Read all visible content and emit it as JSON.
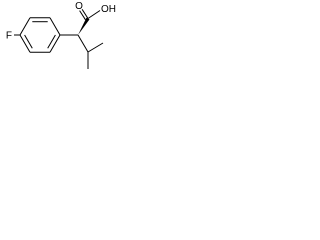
{
  "molecule": {
    "atoms": {
      "fluorine": "F",
      "oxygen_carbonyl": "O",
      "hydroxyl": "OH"
    },
    "colors": {
      "bond": "#000000",
      "label": "#000000",
      "background": "#ffffff"
    }
  }
}
